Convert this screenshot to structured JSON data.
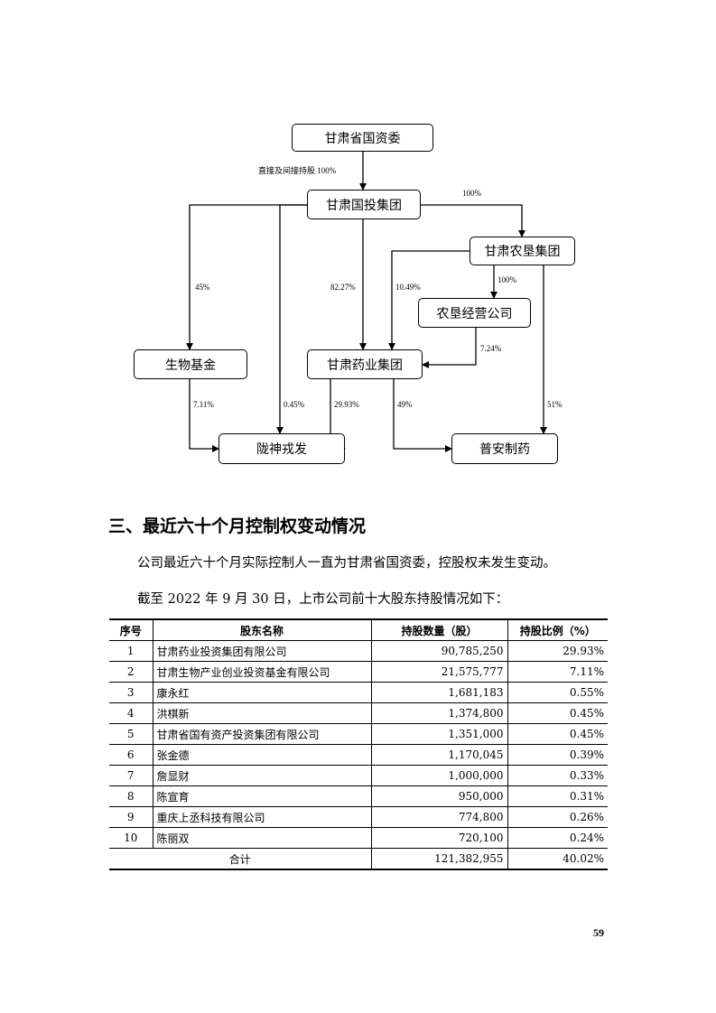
{
  "diagram": {
    "nodes": {
      "gansu_sasac": "甘肃省国资委",
      "gansu_guotou": "甘肃国投集团",
      "gansu_nongken": "甘肃农垦集团",
      "nongken_jingying": "农垦经营公司",
      "biowu_fund": "生物基金",
      "gansu_yaoye": "甘肃药业集团",
      "longshen": "陇神戎发",
      "puan": "普安制药"
    },
    "edge_labels": {
      "sasac_to_guotou": "直接及间接持股 100%",
      "guotou_to_nongken": "100%",
      "guotou_to_fund": "45%",
      "guotou_to_yaoye": "82.27%",
      "nongken_to_yaoye": "10.49%",
      "nongken_to_jingying": "100%",
      "jingying_to_yaoye": "7.24%",
      "fund_to_longshen": "7.11%",
      "guotou_to_longshen": "0.45%",
      "yaoye_to_longshen": "29.93%",
      "yaoye_to_puan": "49%",
      "nongken_to_puan": "51%"
    }
  },
  "section": {
    "heading": "三、最近六十个月控制权变动情况",
    "para1": "公司最近六十个月实际控制人一直为甘肃省国资委，控股权未发生变动。",
    "para2": "截至 2022 年 9 月 30 日，上市公司前十大股东持股情况如下："
  },
  "table": {
    "headers": [
      "序号",
      "股东名称",
      "持股数量（股）",
      "持股比例（%）"
    ],
    "rows": [
      [
        "1",
        "甘肃药业投资集团有限公司",
        "90,785,250",
        "29.93%"
      ],
      [
        "2",
        "甘肃生物产业创业投资基金有限公司",
        "21,575,777",
        "7.11%"
      ],
      [
        "3",
        "康永红",
        "1,681,183",
        "0.55%"
      ],
      [
        "4",
        "洪棋新",
        "1,374,800",
        "0.45%"
      ],
      [
        "5",
        "甘肃省国有资产投资集团有限公司",
        "1,351,000",
        "0.45%"
      ],
      [
        "6",
        "张金德",
        "1,170,045",
        "0.39%"
      ],
      [
        "7",
        "詹显财",
        "1,000,000",
        "0.33%"
      ],
      [
        "8",
        "陈宣育",
        "950,000",
        "0.31%"
      ],
      [
        "9",
        "重庆上丞科技有限公司",
        "774,800",
        "0.26%"
      ],
      [
        "10",
        "陈丽双",
        "720,100",
        "0.24%"
      ]
    ],
    "total": [
      "合计",
      "121,382,955",
      "40.02%"
    ]
  },
  "page_number": "59"
}
